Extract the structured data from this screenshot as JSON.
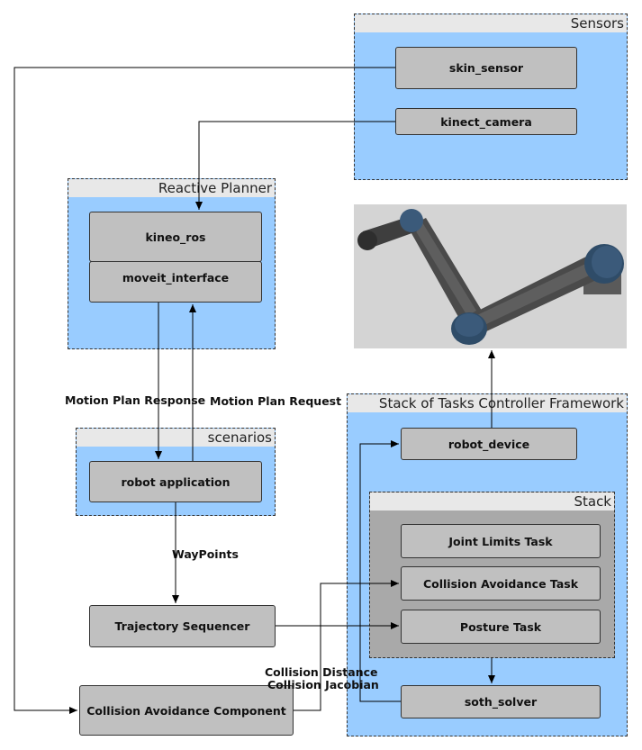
{
  "groups": {
    "sensors": "Sensors",
    "reactive_planner": "Reactive Planner",
    "scenarios": "scenarios",
    "sot": "Stack of Tasks Controller Framework",
    "stack": "Stack"
  },
  "nodes": {
    "skin_sensor": "skin_sensor",
    "kinect_camera": "kinect_camera",
    "kineo_ros": "kineo_ros",
    "moveit_interface": "moveit_interface",
    "robot_application": "robot application",
    "trajectory_sequencer": "Trajectory Sequencer",
    "collision_avoidance_component": "Collision Avoidance Component",
    "robot_device": "robot_device",
    "joint_limits_task": "Joint Limits Task",
    "collision_avoidance_task": "Collision Avoidance Task",
    "posture_task": "Posture Task",
    "soth_solver": "soth_solver"
  },
  "edge_labels": {
    "motion_plan_response": "Motion Plan Response",
    "motion_plan_request": "Motion Plan Request",
    "waypoints": "WayPoints",
    "collision_distance": "Collision Distance",
    "collision_jacobian": "Collision Jacobian"
  },
  "colors": {
    "group_fill": "#99ccff",
    "group_header": "#e8e8e8",
    "node_fill": "#c0c0c0",
    "stack_fill": "#a9a9a9",
    "robot_arm": "#4a4a4a",
    "robot_joint": "#3b5a7a"
  },
  "image": {
    "subject": "robot arm render"
  }
}
